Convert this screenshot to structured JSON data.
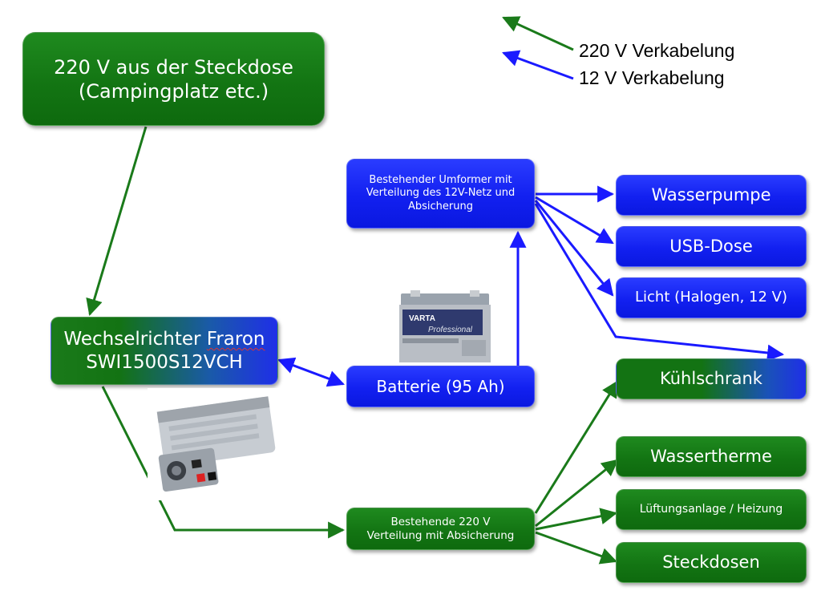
{
  "legend": {
    "ac_label": "220 V Verkabelung",
    "dc_label": "12 V Verkabelung"
  },
  "colors": {
    "ac": "#1a7a1a",
    "dc": "#1a1aff",
    "green_box": "#137513",
    "blue_box": "#1220f0"
  },
  "nodes": {
    "socket": "220 V aus der Steckdose\n(Campingplatz etc.)",
    "inverter_prefix": "Wechselrichter ",
    "inverter_brand": "Fraron",
    "inverter_model": "SWI1500S12VCH",
    "battery": "Batterie (95 Ah)",
    "converter": "Bestehender Umformer mit\nVerteilung des 12V-Netz und\nAbsicherung",
    "ac_distribution": "Bestehende 220 V\nVerteilung mit Absicherung",
    "pump": "Wasserpumpe",
    "usb": "USB-Dose",
    "light": "Licht (Halogen, 12 V)",
    "fridge": "Kühlschrank",
    "boiler": "Wassertherme",
    "ventilation": "Lüftungsanlage / Heizung",
    "outlets": "Steckdosen"
  },
  "images": {
    "battery_brand": "VARTA",
    "battery_line": "Professional"
  }
}
